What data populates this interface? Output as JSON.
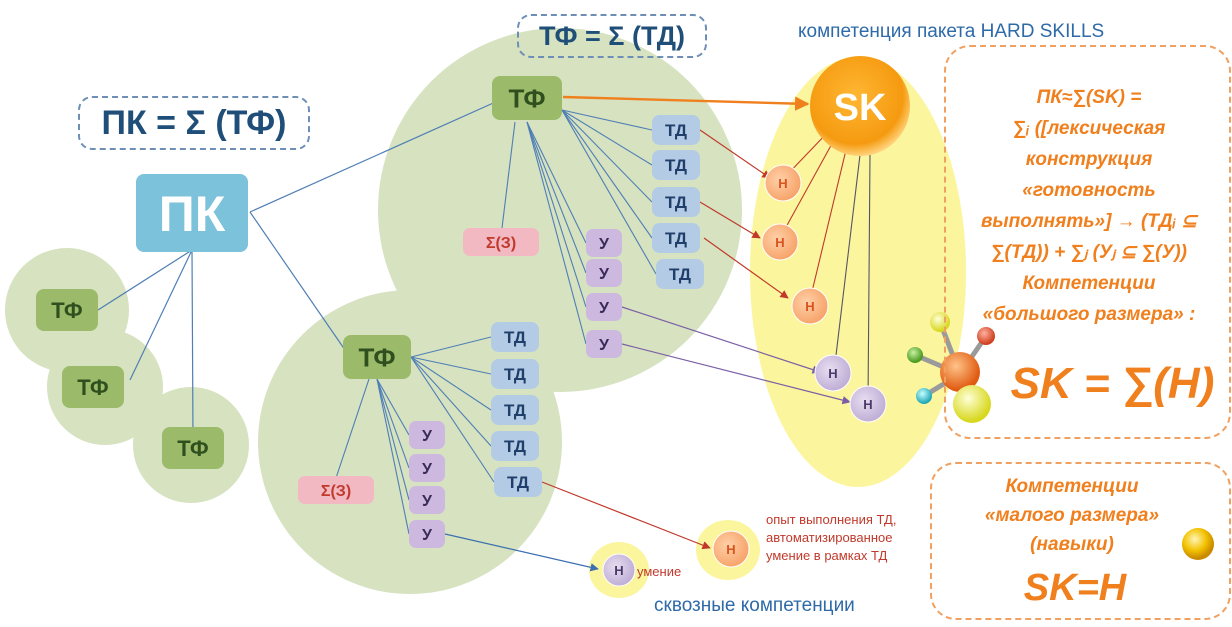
{
  "formulas": {
    "pk": "ПК = Σ (ТФ)",
    "tf": "ТФ = Σ (ТД)"
  },
  "top_label": "компетенция пакета HARD SKILLS",
  "nodes": {
    "pk": "ПК",
    "tf": "ТФ",
    "td": "ТД",
    "u": "У",
    "sum_z": "Σ(З)",
    "sk": "SK",
    "n": "Н"
  },
  "right_box": {
    "lines": [
      "ПК≈∑(SK) =",
      "∑ᵢ ([лексическая",
      "конструкция",
      "«готовность",
      "выполнять»] → (ТДᵢ ⊆",
      "∑(ТД)) + ∑ⱼ (Уⱼ ⊆ ∑(У))"
    ],
    "big_title": [
      "Компетенции",
      "«большого размера» :"
    ],
    "big_formula": "SK = ∑(Н)"
  },
  "small_box": {
    "lines": [
      "Компетенции",
      "«малого размера»",
      "(навыки)"
    ],
    "formula": "SK=Н"
  },
  "annotations": {
    "experience": [
      "опыт выполнения ТД,",
      "автоматизированное",
      "умение в рамках ТД"
    ],
    "skill": "умение",
    "cross": "сквозные компетенции"
  },
  "colors": {
    "green_circle": "#d6e2c0",
    "tf_box": "#9cbb6a",
    "td_box": "#b4cbe6",
    "u_box": "#cdb9df",
    "z_box": "#f2b9c3",
    "pk_box": "#7cc2da",
    "sk_sun": "#f7a01d",
    "yellow_oval": "#fbf59e",
    "orange_text": "#f07f1d",
    "blue_text": "#2e6aa8",
    "line_blue": "#4f7fb5"
  }
}
